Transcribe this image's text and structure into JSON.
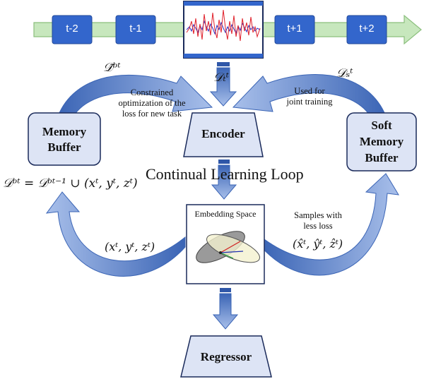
{
  "timeline": {
    "steps": [
      "t-2",
      "t-1",
      "t+1",
      "t+2"
    ]
  },
  "encoder": {
    "label": "Encoder"
  },
  "regressor": {
    "label": "Regressor"
  },
  "memory_buffer": {
    "line1": "Memory",
    "line2": "Buffer"
  },
  "soft_memory_buffer": {
    "line1": "Soft",
    "line2": "Memory",
    "line3": "Buffer"
  },
  "embedding_space": {
    "label": "Embedding Space"
  },
  "loop_label": "Continual Learning Loop",
  "annotations": {
    "constrained": [
      "Constrained",
      "optimization of the",
      "loss for new task"
    ],
    "used_for": [
      "Used for",
      "joint training"
    ],
    "samples": [
      "Samples with",
      "less loss"
    ]
  },
  "math": {
    "d_b_tilde": "𝒟̃ᵇᵗ",
    "d_t": "𝒟ₜᵗ",
    "d_s": "𝒟ₛᵗ",
    "update_rule": "𝒟ᵇᵗ = 𝒟ᵇᵗ⁻¹ ∪ (xᵗ, yᵗ, zᵗ)",
    "tuple_left": "(xᵗ, yᵗ, zᵗ)",
    "tuple_right": "(x̂ᵗ, ŷᵗ, ẑᵗ)"
  },
  "colors": {
    "timeline_box": "#3366cc",
    "timeline_arrow": "#c7e7bd",
    "node_fill": "#dde4f5",
    "arrow_blue": "#4f78c4",
    "arrow_light": "#9fb6e3",
    "signal_red": "#e0202a",
    "signal_blue": "#2a33c8"
  }
}
